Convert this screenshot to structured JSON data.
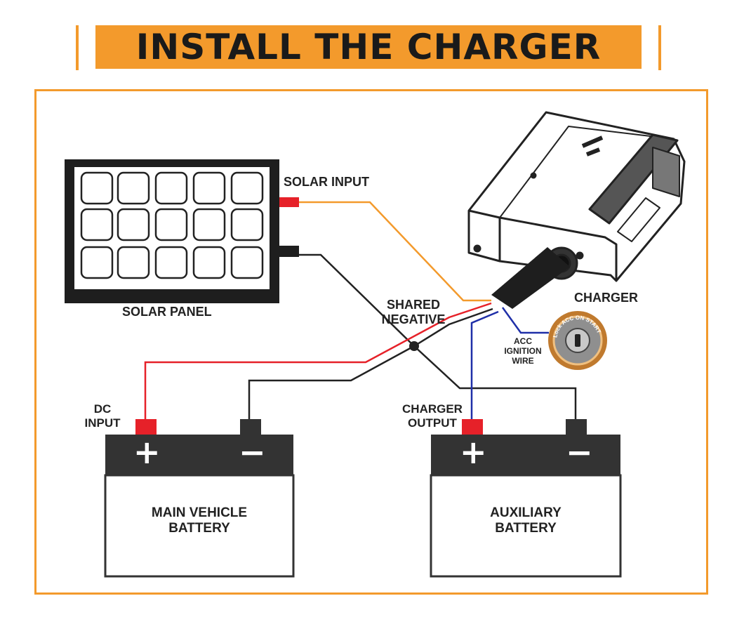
{
  "title": "INSTALL THE CHARGER",
  "labels": {
    "solar_input": "SOLAR INPUT",
    "solar_panel": "SOLAR PANEL",
    "charger": "CHARGER",
    "shared_negative_1": "SHARED",
    "shared_negative_2": "NEGATIVE",
    "acc_1": "ACC",
    "acc_2": "IGNITION",
    "acc_3": "WIRE",
    "dc_input_1": "DC",
    "dc_input_2": "INPUT",
    "charger_output_1": "CHARGER",
    "charger_output_2": "OUTPUT",
    "main_battery_1": "MAIN VEHICLE",
    "main_battery_2": "BATTERY",
    "aux_battery_1": "AUXILIARY",
    "aux_battery_2": "BATTERY",
    "plus": "+",
    "minus": "−",
    "ignition_ring": "Lock ACC ON START"
  },
  "colors": {
    "accent": "#f39a2c",
    "battery_dark": "#333333",
    "positive": "#e62129",
    "solar_wire": "#f39a2c",
    "acc_wire": "#1f2fa8",
    "negative_wire": "#222222"
  }
}
